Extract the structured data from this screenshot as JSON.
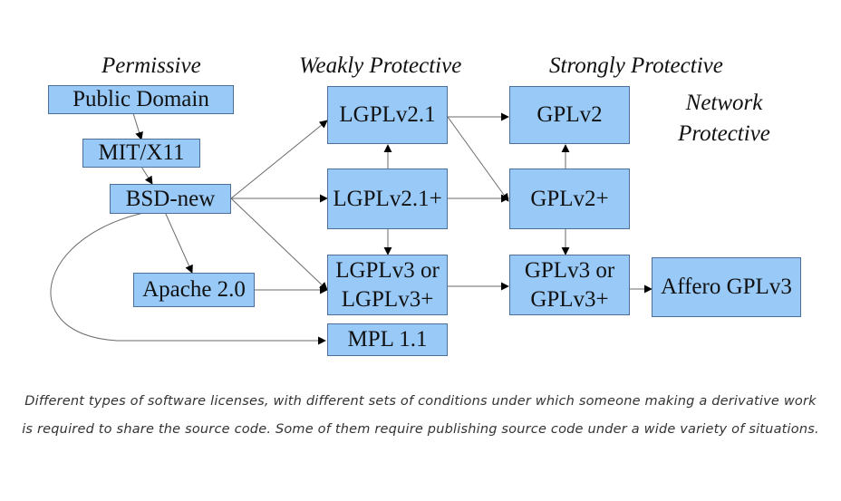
{
  "categories": {
    "permissive": "Permissive",
    "weakly": "Weakly Protective",
    "strongly": "Strongly Protective",
    "network_line1": "Network",
    "network_line2": "Protective"
  },
  "nodes": {
    "public_domain": "Public Domain",
    "mit": "MIT/X11",
    "bsd": "BSD-new",
    "apache": "Apache 2.0",
    "lgpl21": "LGPLv2.1",
    "lgpl21plus": "LGPLv2.1+",
    "lgpl3_line1": "LGPLv3 or",
    "lgpl3_line2": "LGPLv3+",
    "mpl": "MPL 1.1",
    "gpl2": "GPLv2",
    "gpl2plus": "GPLv2+",
    "gpl3_line1": "GPLv3 or",
    "gpl3_line2": "GPLv3+",
    "affero": "Affero GPLv3"
  },
  "caption": "Different types of software licenses, with different sets of conditions under which someone making a derivative work is required to share the source code. Some of them require publishing source code under a wide variety of situations.",
  "colors": {
    "node_fill": "#99c9f7",
    "node_border": "#4a6f99",
    "edge": "#555555",
    "arrowhead": "#000000"
  }
}
